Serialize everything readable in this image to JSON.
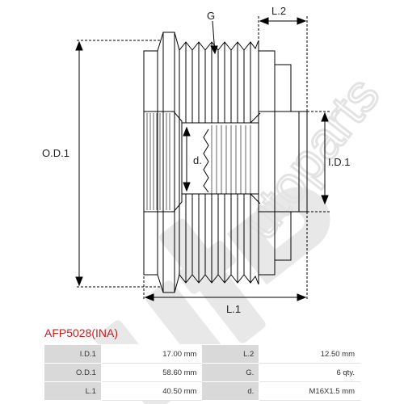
{
  "watermark": {
    "logo_text": "utoparts"
  },
  "diagram": {
    "labels": {
      "groove": "G",
      "l2": "L.2",
      "od1": "O.D.1",
      "id1": "I.D.1",
      "d": "d.",
      "l1": "L.1"
    }
  },
  "product": {
    "title": "AFP5028(INA)"
  },
  "specs": {
    "rows": [
      {
        "label_a": "I.D.1",
        "value_a": "17.00 mm",
        "label_b": "L.2",
        "value_b": "12.50 mm"
      },
      {
        "label_a": "O.D.1",
        "value_a": "58.60 mm",
        "label_b": "G.",
        "value_b": "6 qty."
      },
      {
        "label_a": "L.1",
        "value_a": "40.50 mm",
        "label_b": "d.",
        "value_b": "M16X1.5 mm"
      }
    ]
  },
  "colors": {
    "title": "#d11a1a",
    "label_cell": "#d9d9d9",
    "watermark": "#e6e6e6",
    "line": "#000000"
  }
}
